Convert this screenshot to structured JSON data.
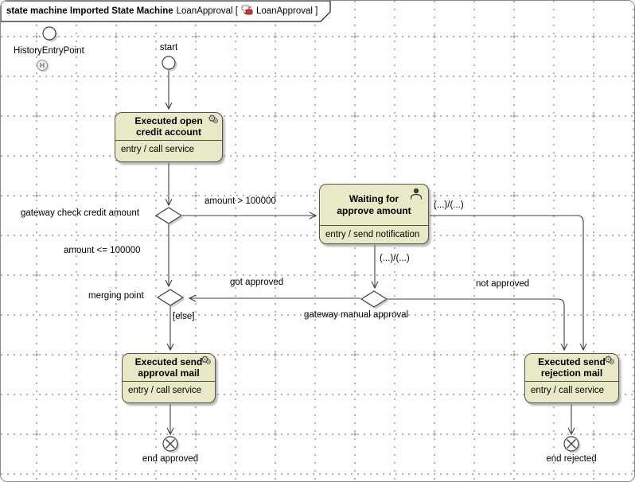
{
  "frame": {
    "heading_bold": "state machine Imported State Machine",
    "heading_name": "LoanApproval [",
    "heading_ref": "LoanApproval ]",
    "icon": "state-machine-diagram-icon"
  },
  "nodes": {
    "history_entry": {
      "label": "HistoryEntryPoint",
      "badge": "H",
      "icon": "history-icon"
    },
    "start": {
      "label": "start"
    },
    "gateway_check": {
      "label": "gateway check credit amount"
    },
    "merging_point": {
      "label": "merging point"
    },
    "gateway_manual": {
      "label": "gateway manual approval"
    },
    "end_approved": {
      "label": "end approved"
    },
    "end_rejected": {
      "label": "end rejected"
    }
  },
  "states": [
    {
      "title": "Executed open credit account",
      "entry": "entry / call service",
      "icon": "gears-icon"
    },
    {
      "title": "Waiting for approve amount",
      "entry": "entry / send notification",
      "icon": "person-icon"
    },
    {
      "title": "Executed send approval mail",
      "entry": "entry / call service",
      "icon": "gears-icon"
    },
    {
      "title": "Executed send rejection mail",
      "entry": "entry / call service",
      "icon": "gears-icon"
    }
  ],
  "transitions": {
    "amount_gt": "amount > 100000",
    "amount_le": "amount <= 100000",
    "waiting_right_guard": "(...)/(...)",
    "waiting_bottom_guard": "(...)/(...)",
    "got_approved": "got approved",
    "not_approved": "not approved",
    "else_guard": "[else]"
  },
  "colors": {
    "state_fill": "#e9e9c8",
    "state_border": "#54544a",
    "connector": "#3f3f3f",
    "grid_dot": "#9a9a9a"
  }
}
